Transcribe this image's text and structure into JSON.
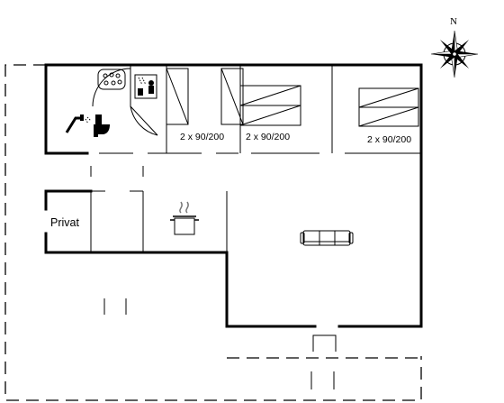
{
  "compass": {
    "north_label": "N",
    "icon": "compass-rose-icon"
  },
  "rooms": {
    "bedroom_1": {
      "bed_label": "2 x 90/200"
    },
    "bedroom_2": {
      "bed_label": "2 x 90/200"
    },
    "bedroom_3": {
      "bed_label": "2 x 90/200"
    },
    "private": {
      "label": "Privat"
    }
  },
  "icons": [
    "whirlpool-icon",
    "sauna-icon",
    "shower-icon",
    "toilet-icon",
    "cooking-pot-icon",
    "sofa-icon",
    "bed-icon"
  ]
}
